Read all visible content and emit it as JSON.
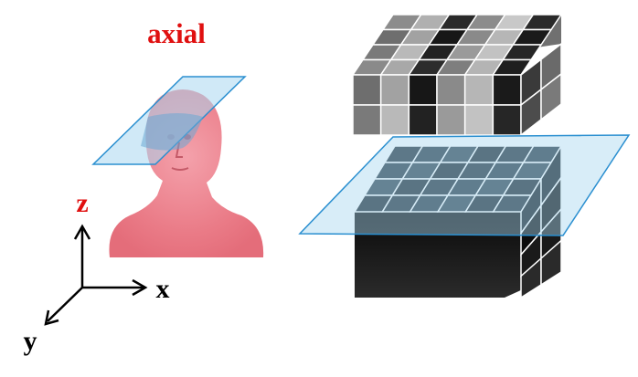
{
  "title": "axial",
  "axes": {
    "z": "z",
    "x": "x",
    "y": "y"
  },
  "colors": {
    "title": "#e01010",
    "axis_z_label": "#e01010",
    "axis_label": "#000000",
    "head_skin": "#ee7f8a",
    "plane_fill": "#a9d7f0",
    "plane_stroke": "#2a8fd0",
    "grid_line": "#ffffff",
    "dark_voxel": "#0b0b0b"
  },
  "top_block_shades": [
    [
      "#8c8c8c",
      "#b0b0b0",
      "#2a2a2a",
      "#8c8c8c",
      "#c8c8c8",
      "#2a2a2a"
    ],
    [
      "#6e6e6e",
      "#a2a2a2",
      "#171717",
      "#8a8a8a",
      "#b6b6b6",
      "#1a1a1a"
    ],
    [
      "#7a7a7a",
      "#b9b9b9",
      "#222222",
      "#9a9a9a",
      "#c2c2c2",
      "#262626"
    ],
    [
      "#8a8a8a",
      "#a8a8a8",
      "#2c2c2c",
      "#7e7e7e",
      "#b4b4b4",
      "#1f1f1f"
    ]
  ]
}
